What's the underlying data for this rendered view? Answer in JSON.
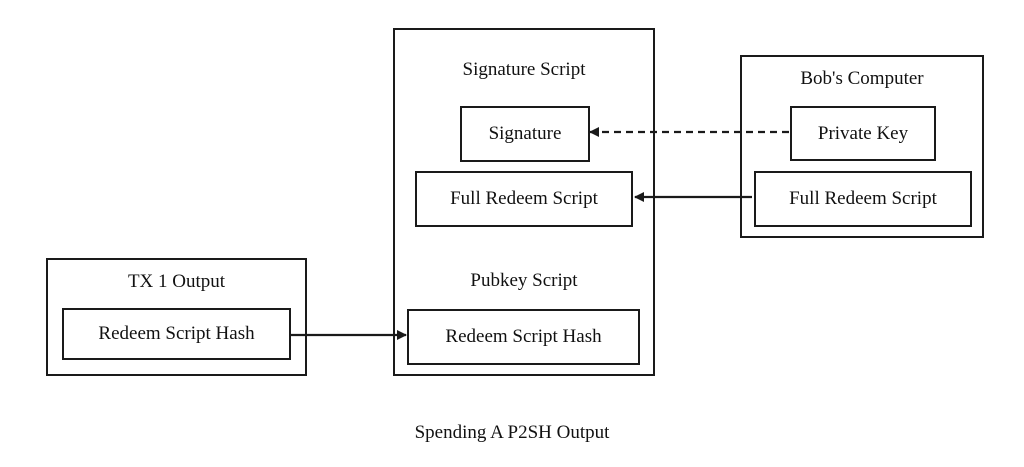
{
  "caption": "Spending A P2SH Output",
  "tx1_output": {
    "title": "TX 1 Output",
    "redeem_script_hash": "Redeem Script Hash"
  },
  "spending_tx": {
    "signature_script": {
      "title": "Signature Script",
      "signature": "Signature",
      "full_redeem_script": "Full Redeem Script"
    },
    "pubkey_script": {
      "title": "Pubkey Script",
      "redeem_script_hash": "Redeem Script Hash"
    }
  },
  "bobs_computer": {
    "title": "Bob's Computer",
    "private_key": "Private Key",
    "full_redeem_script": "Full Redeem Script"
  },
  "colors": {
    "stroke": "#1a1a1a",
    "background": "#ffffff",
    "text": "#111111"
  }
}
